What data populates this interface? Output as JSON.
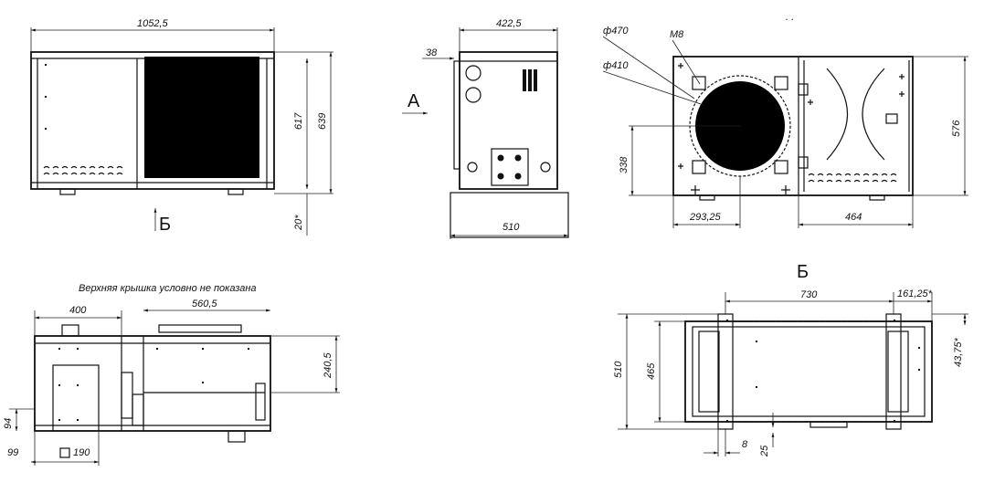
{
  "drawing": {
    "front": {
      "width": "1052,5",
      "height_inner": "617",
      "height_total": "639",
      "foot": "20*",
      "view_mark": "Б"
    },
    "side": {
      "width": "422,5",
      "offset": "38",
      "base": "510",
      "view_mark": "А"
    },
    "right": {
      "d_outer": "ф470",
      "d_inner": "ф410",
      "bolt": "M8",
      "height": "576",
      "center_h": "338",
      "center_w": "293,25",
      "right_w": "464"
    },
    "plan_left": {
      "note": "Верхняя крышка условно не показана",
      "w1": "400",
      "w2": "560,5",
      "h": "240,5",
      "d1": "94",
      "d2": "99",
      "d3": "190"
    },
    "plan_right": {
      "title": "Б",
      "w1": "730",
      "w2": "161,25*",
      "h1": "510",
      "h2": "465",
      "h3": "43,75*",
      "d1": "8",
      "d2": "25"
    },
    "corner_marks": ". ."
  }
}
